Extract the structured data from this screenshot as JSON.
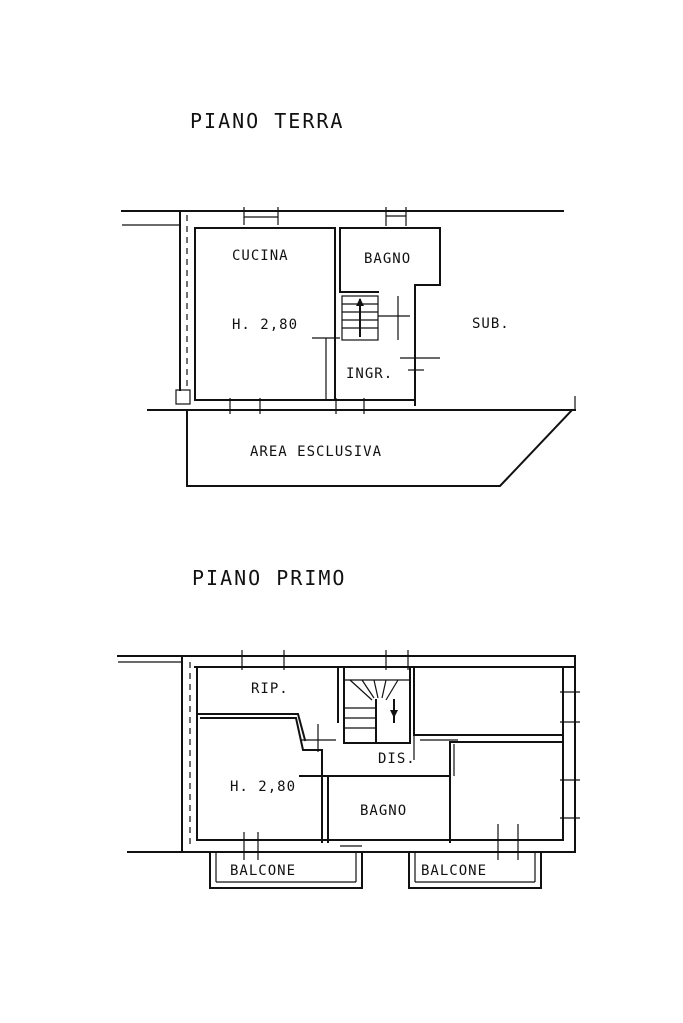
{
  "ground_floor": {
    "title": "PIANO TERRA",
    "rooms": {
      "kitchen": "CUCINA",
      "height": "H. 2,80",
      "bathroom": "BAGNO",
      "entrance": "INGR.",
      "sub": "SUB.",
      "exclusive_area": "AREA ESCLUSIVA"
    }
  },
  "first_floor": {
    "title": "PIANO PRIMO",
    "rooms": {
      "storage": "RIP.",
      "height": "H. 2,80",
      "landing": "DIS.",
      "bathroom": "BAGNO",
      "balcony_left": "BALCONE",
      "balcony_right": "BALCONE"
    }
  }
}
